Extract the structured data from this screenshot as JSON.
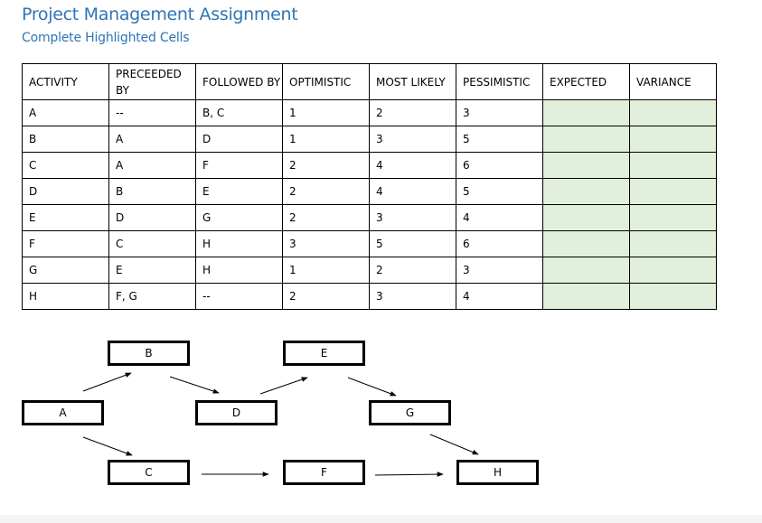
{
  "header": {
    "title": "Project Management Assignment",
    "subtitle": "Complete Highlighted Cells"
  },
  "colors": {
    "heading": "#2e75b6",
    "highlight": "#e2efda"
  },
  "table": {
    "columns": [
      "ACTIVITY",
      "PRECEEDED BY",
      "FOLLOWED BY",
      "OPTIMISTIC",
      "MOST LIKELY",
      "PESSIMISTIC",
      "EXPECTED",
      "VARIANCE"
    ],
    "rows": [
      {
        "activity": "A",
        "preceded": "--",
        "followed": "B, C",
        "optimistic": "1",
        "most_likely": "2",
        "pessimistic": "3",
        "expected": "",
        "variance": ""
      },
      {
        "activity": "B",
        "preceded": "A",
        "followed": "D",
        "optimistic": "1",
        "most_likely": "3",
        "pessimistic": "5",
        "expected": "",
        "variance": ""
      },
      {
        "activity": "C",
        "preceded": "A",
        "followed": "F",
        "optimistic": "2",
        "most_likely": "4",
        "pessimistic": "6",
        "expected": "",
        "variance": ""
      },
      {
        "activity": "D",
        "preceded": "B",
        "followed": "E",
        "optimistic": "2",
        "most_likely": "4",
        "pessimistic": "5",
        "expected": "",
        "variance": ""
      },
      {
        "activity": "E",
        "preceded": "D",
        "followed": "G",
        "optimistic": "2",
        "most_likely": "3",
        "pessimistic": "4",
        "expected": "",
        "variance": ""
      },
      {
        "activity": "F",
        "preceded": "C",
        "followed": "H",
        "optimistic": "3",
        "most_likely": "5",
        "pessimistic": "6",
        "expected": "",
        "variance": ""
      },
      {
        "activity": "G",
        "preceded": "E",
        "followed": "H",
        "optimistic": "1",
        "most_likely": "2",
        "pessimistic": "3",
        "expected": "",
        "variance": ""
      },
      {
        "activity": "H",
        "preceded": "F, G",
        "followed": "--",
        "optimistic": "2",
        "most_likely": "3",
        "pessimistic": "4",
        "expected": "",
        "variance": ""
      }
    ]
  },
  "network": {
    "nodes": [
      "A",
      "B",
      "C",
      "D",
      "E",
      "F",
      "G",
      "H"
    ],
    "edges": [
      [
        "A",
        "B"
      ],
      [
        "A",
        "C"
      ],
      [
        "B",
        "D"
      ],
      [
        "C",
        "F"
      ],
      [
        "D",
        "E"
      ],
      [
        "E",
        "G"
      ],
      [
        "F",
        "H"
      ],
      [
        "G",
        "H"
      ]
    ]
  }
}
